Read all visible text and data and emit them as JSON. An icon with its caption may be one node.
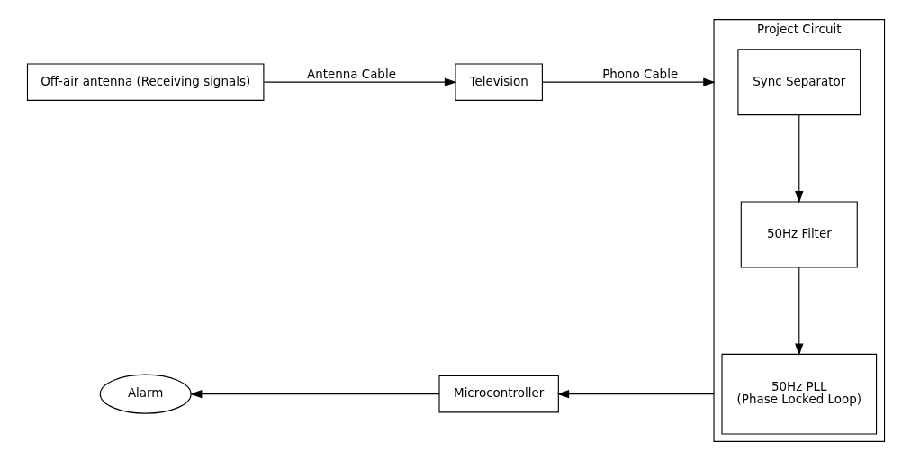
{
  "diagram": {
    "nodes": [
      {
        "text": [
          "Off-air antenna (Receiving signals)"
        ]
      },
      {
        "text": [
          "Television"
        ]
      },
      {
        "text": [
          "Project Circuit"
        ]
      },
      {
        "text": [
          "Sync Separator"
        ],
        "in": 2
      },
      {
        "text": [
          "50Hz Filter"
        ],
        "in": 2
      },
      {
        "text": [
          "50Hz PLL",
          "(Phase Locked Loop)"
        ],
        "in": 2
      },
      {
        "text": [
          "Microcontroller"
        ]
      },
      {
        "text": [
          "Alarm"
        ]
      }
    ],
    "edges": [
      {
        "from": 0,
        "to": 1,
        "arrow": "to",
        "label": "Antenna Cable"
      },
      {
        "from": 1,
        "to": 2,
        "arrow": "to",
        "label": "Phono Cable"
      },
      {
        "from": 3,
        "to": 4,
        "arrow": "to"
      },
      {
        "from": 4,
        "to": 5,
        "arrow": "to"
      },
      {
        "from": 2,
        "to": 6,
        "arrow": "to"
      },
      {
        "from": 6,
        "to": 7,
        "arrow": "to"
      }
    ]
  }
}
